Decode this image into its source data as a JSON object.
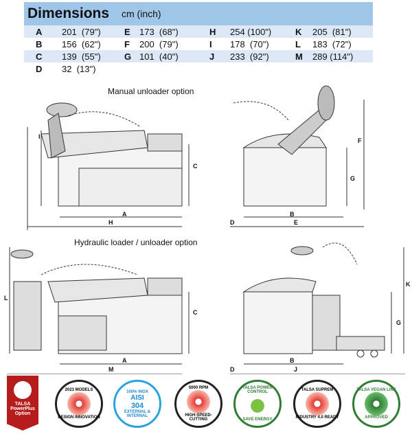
{
  "table": {
    "title": "Dimensions",
    "unit": "cm (inch)",
    "rows": [
      [
        {
          "k": "A",
          "v": "201  (79\")"
        },
        {
          "k": "E",
          "v": "173  (68\")"
        },
        {
          "k": "H",
          "v": "254 (100\")"
        },
        {
          "k": "K",
          "v": "205  (81\")"
        }
      ],
      [
        {
          "k": "B",
          "v": "156  (62\")"
        },
        {
          "k": "F",
          "v": "200  (79\")"
        },
        {
          "k": "I",
          "v": "178  (70\")"
        },
        {
          "k": "L",
          "v": "183  (72\")"
        }
      ],
      [
        {
          "k": "C",
          "v": "139  (55\")"
        },
        {
          "k": "G",
          "v": "101  (40\")"
        },
        {
          "k": "J",
          "v": "233  (92\")"
        },
        {
          "k": "M",
          "v": "289 (114\")"
        }
      ],
      [
        {
          "k": "D",
          "v": "32  (13\")"
        }
      ]
    ]
  },
  "drawings": {
    "manual_caption": "Manual unloader option",
    "hydraulic_caption": "Hydraulic loader / unloader option",
    "labels_top_left": {
      "i": "I",
      "c": "C",
      "a": "A",
      "h": "H"
    },
    "labels_top_right": {
      "f": "F",
      "g": "G",
      "b": "B",
      "d": "D",
      "e": "E"
    },
    "labels_bottom_left": {
      "l": "L",
      "c": "C",
      "a": "A",
      "m": "M"
    },
    "labels_bottom_right": {
      "k": "K",
      "g": "G",
      "b": "B",
      "d": "D",
      "j": "J"
    }
  },
  "badges": {
    "powerplus": [
      "TALSA",
      "PowerPlus",
      "Option"
    ],
    "models": {
      "top": "2023 MODELS",
      "bottom": "DESIGN INNOVATION"
    },
    "inox": {
      "top": "100% INOX",
      "center1": "AISI",
      "center2": "304",
      "bottom": "EXTERNAL & INTERNAL"
    },
    "rpm": {
      "top": "5000 RPM",
      "bottom": "HIGH-SPEED-CUTTING"
    },
    "power": {
      "top": "TALSA POWER CONTROL",
      "bottom": "SAVE ENERGY"
    },
    "suprem": {
      "top": "TALSA SUPREM",
      "bottom": "INDUSTRY 4.0 READY"
    },
    "vegan": {
      "top": "TALSA VEGAN LINE",
      "bottom": "APPROVED"
    }
  }
}
